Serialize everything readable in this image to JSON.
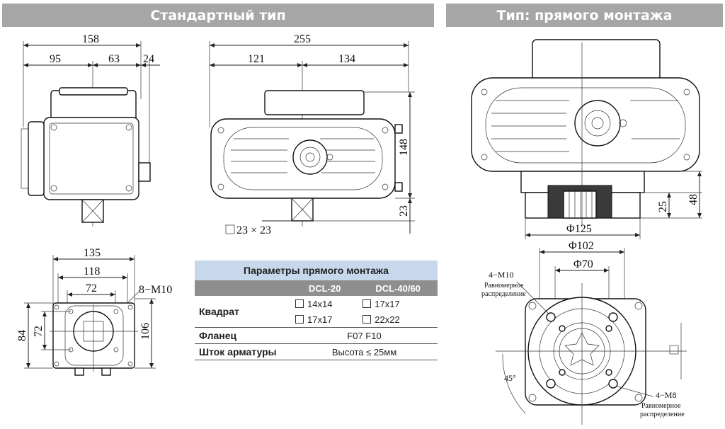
{
  "headers": {
    "standard": "Стандартный тип",
    "direct": "Тип: прямого монтажа"
  },
  "front_view": {
    "d158": "158",
    "d95": "95",
    "d63": "63",
    "d24": "24"
  },
  "side_view": {
    "d255": "255",
    "d121": "121",
    "d134": "134",
    "d148": "148",
    "d23": "23",
    "square": "23 × 23"
  },
  "bottom_view": {
    "d135": "135",
    "d118": "118",
    "d72": "72",
    "m10": "8−M10",
    "d84": "84",
    "d72v": "72",
    "d106": "106"
  },
  "direct_view": {
    "d48": "48",
    "d25": "25",
    "phi125": "Φ125"
  },
  "flange_view": {
    "phi102": "Φ102",
    "phi70": "Φ70",
    "m10": "4−M10",
    "m10_note1": "Равномерное",
    "m10_note2": "распределение",
    "angle": "45°",
    "m8": "4−M8",
    "m8_note1": "Равномерное",
    "m8_note2": "распределение"
  },
  "params": {
    "title": "Параметры прямого монтажа",
    "col1": "DCL-20",
    "col2": "DCL-40/60",
    "row_square_label": "Квадрат",
    "sq_a1": "14x14",
    "sq_a2": "17x17",
    "sq_b1": "17x17",
    "sq_b2": "22x22",
    "row_flange_label": "Фланец",
    "flange_value": "F07  F10",
    "row_stem_label": "Шток арматуры",
    "stem_value": "Высота ≤ 25мм"
  }
}
